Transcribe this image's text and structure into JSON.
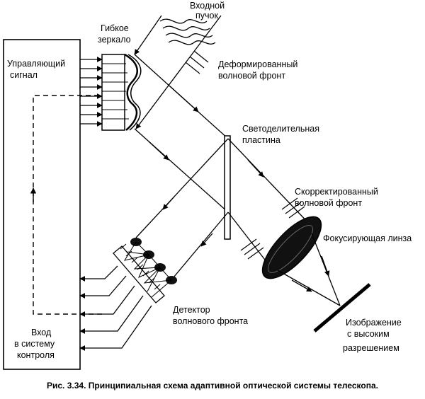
{
  "labels": {
    "input_beam_1": "Входной",
    "input_beam_2": "пучок",
    "flex_mirror_1": "Гибкое",
    "flex_mirror_2": "зеркало",
    "deformed_front_1": "Деформированный",
    "deformed_front_2": "волновой фронт",
    "control_signal_1": "Управляющий",
    "control_signal_2": "сигнал",
    "beam_splitter_1": "Светоделительная",
    "beam_splitter_2": "пластина",
    "corrected_front_1": "Скорректированный",
    "corrected_front_2": "волновой фронт",
    "focusing_lens": "Фокусирующая линза",
    "detector_1": "Детектор",
    "detector_2": "волнового фронта",
    "image_1": "Изображение",
    "image_2": "с высоким",
    "image_3": "разрешением",
    "control_input_1": "Вход",
    "control_input_2": "в систему",
    "control_input_3": "контроля"
  },
  "caption": "Рис. 3.34. Принципиальная схема адаптивной оптической системы телескопа."
}
